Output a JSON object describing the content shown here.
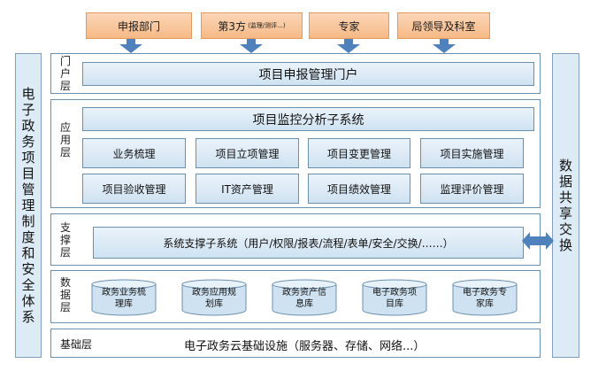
{
  "users": [
    {
      "label": "申报部门",
      "sub": ""
    },
    {
      "label": "第3方",
      "sub": "(监理/测评...)"
    },
    {
      "label": "专家",
      "sub": ""
    },
    {
      "label": "局领导及科室",
      "sub": ""
    }
  ],
  "left_panel": {
    "chars": [
      "电",
      "子",
      "政",
      "务",
      "项",
      "目",
      "管",
      "理",
      "制",
      "度",
      "和",
      "安",
      "全",
      "体",
      "系"
    ]
  },
  "right_panel": {
    "chars": [
      "数",
      "据",
      "共",
      "享",
      "交",
      "换"
    ]
  },
  "portal_layer": {
    "label_chars": [
      "门",
      "户",
      "层"
    ],
    "bar": "项目申报管理门户"
  },
  "app_layer": {
    "label_chars": [
      "应",
      "用",
      "层"
    ],
    "bar": "项目监控分析子系统",
    "modules_row1": [
      "业务梳理",
      "项目立项管理",
      "项目变更管理",
      "项目实施管理"
    ],
    "modules_row2": [
      "项目验收管理",
      "IT资产管理",
      "项目绩效管理",
      "监理评价管理"
    ]
  },
  "support_layer": {
    "label_chars": [
      "支",
      "撑",
      "层"
    ],
    "bar": "系统支撑子系统（用户/权限/报表/流程/表单/安全/交换/……）"
  },
  "data_layer": {
    "label_chars": [
      "数",
      "据",
      "层"
    ],
    "databases": [
      [
        "政务业务梳",
        "理库"
      ],
      [
        "政务应用规",
        "划库"
      ],
      [
        "政务资产信",
        "息库"
      ],
      [
        "电子政务项",
        "目库"
      ],
      [
        "电子政务专",
        "家库"
      ]
    ]
  },
  "base_layer": {
    "label": "基础层",
    "text": "电子政务云基础设施（服务器、存储、网络...）"
  },
  "colors": {
    "user_box": "#f6b985",
    "arrow": "#4f81bd",
    "panel": "#dcebf5",
    "border": "#6c8fae",
    "db": "#cfe2f1"
  },
  "icons": [
    "down-arrow-icon",
    "double-arrow-icon",
    "database-icon"
  ]
}
